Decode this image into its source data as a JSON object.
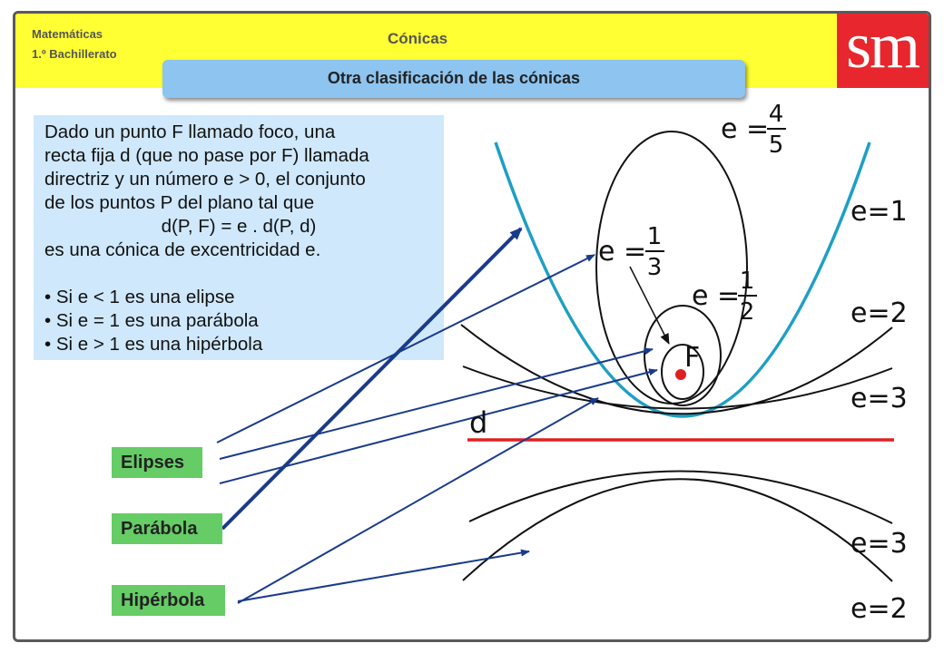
{
  "header": {
    "subject_line1": "Matemáticas",
    "subject_line2": "1.º Bachillerato",
    "topic": "Cónicas",
    "logo": "sm",
    "title": "Otra clasificación de las cónicas"
  },
  "definition": {
    "line1": "Dado un punto F llamado foco, una",
    "line2": "recta fija d (que no pase por F) llamada",
    "line3": "directriz y un número e > 0, el conjunto",
    "line4": "de los puntos P del plano tal que",
    "formula": "d(P, F) = e . d(P, d)",
    "line5": "es una cónica de excentricidad e.",
    "bullets": [
      "• Si e < 1 es una elipse",
      "• Si e = 1 es una parábola",
      "• Si e > 1 es una hipérbola"
    ]
  },
  "buttons": {
    "ellipses": "Elipses",
    "parabola": "Parábola",
    "hyperbola": "Hipérbola"
  },
  "figure": {
    "e_prefix": "e =",
    "e_45_num": "4",
    "e_45_den": "5",
    "e_13_num": "1",
    "e_13_den": "3",
    "e_12_num": "1",
    "e_12_den": "2",
    "e_1": "e=1",
    "e_2_top": "e=2",
    "e_3_top": "e=3",
    "e_3_bottom": "e=3",
    "e_2_bottom": "e=2",
    "focus": "F",
    "directrix": "d"
  },
  "colors": {
    "header_yellow": "#ffff33",
    "banner_blue": "#8dc4f0",
    "textbox_blue": "#cfe8fb",
    "button_green": "#66cc66",
    "parabola_cyan": "#1e9fc4",
    "directrix_red": "#e02020",
    "arrow_blue": "#1a3b8c",
    "logo_red": "#e7272d"
  }
}
